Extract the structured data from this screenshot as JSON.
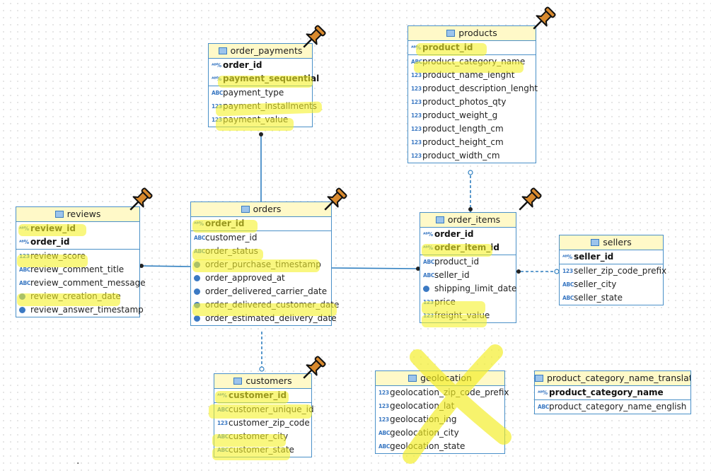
{
  "tables": {
    "order_payments": {
      "title": "order_payments",
      "pk": [
        {
          "icon": "key",
          "name": "order_id"
        },
        {
          "icon": "key",
          "name": "payment_sequential"
        }
      ],
      "cols": [
        {
          "icon": "abc",
          "name": "payment_type"
        },
        {
          "icon": "num",
          "name": "payment_installments"
        },
        {
          "icon": "num",
          "name": "payment_value"
        }
      ]
    },
    "products": {
      "title": "products",
      "pk": [
        {
          "icon": "key",
          "name": "product_id"
        }
      ],
      "cols": [
        {
          "icon": "abc",
          "name": "product_category_name"
        },
        {
          "icon": "num",
          "name": "product_name_lenght"
        },
        {
          "icon": "num",
          "name": "product_description_lenght"
        },
        {
          "icon": "num",
          "name": "product_photos_qty"
        },
        {
          "icon": "num",
          "name": "product_weight_g"
        },
        {
          "icon": "num",
          "name": "product_length_cm"
        },
        {
          "icon": "num",
          "name": "product_height_cm"
        },
        {
          "icon": "num",
          "name": "product_width_cm"
        }
      ]
    },
    "reviews": {
      "title": "reviews",
      "pk": [
        {
          "icon": "key",
          "name": "review_id"
        },
        {
          "icon": "key",
          "name": "order_id"
        }
      ],
      "cols": [
        {
          "icon": "num",
          "name": "review_score"
        },
        {
          "icon": "abc",
          "name": "review_comment_title"
        },
        {
          "icon": "abc",
          "name": "review_comment_message"
        },
        {
          "icon": "dt",
          "name": "review_creation_date"
        },
        {
          "icon": "dt",
          "name": "review_answer_timestamp"
        }
      ]
    },
    "orders": {
      "title": "orders",
      "pk": [
        {
          "icon": "key",
          "name": "order_id"
        }
      ],
      "cols": [
        {
          "icon": "abc",
          "name": "customer_id"
        },
        {
          "icon": "abc",
          "name": "order_status"
        },
        {
          "icon": "dt",
          "name": "order_purchase_timestamp"
        },
        {
          "icon": "dt",
          "name": "order_approved_at"
        },
        {
          "icon": "dt",
          "name": "order_delivered_carrier_date"
        },
        {
          "icon": "dt",
          "name": "order_delivered_customer_date"
        },
        {
          "icon": "dt",
          "name": "order_estimated_delivery_date"
        }
      ]
    },
    "order_items": {
      "title": "order_items",
      "pk": [
        {
          "icon": "key",
          "name": "order_id"
        },
        {
          "icon": "key",
          "name": "order_item_id"
        }
      ],
      "cols": [
        {
          "icon": "abc",
          "name": "product_id"
        },
        {
          "icon": "abc",
          "name": "seller_id"
        },
        {
          "icon": "dt",
          "name": "shipping_limit_date"
        },
        {
          "icon": "num",
          "name": "price"
        },
        {
          "icon": "num",
          "name": "freight_value"
        }
      ]
    },
    "sellers": {
      "title": "sellers",
      "pk": [
        {
          "icon": "key",
          "name": "seller_id"
        }
      ],
      "cols": [
        {
          "icon": "num",
          "name": "seller_zip_code_prefix"
        },
        {
          "icon": "abc",
          "name": "seller_city"
        },
        {
          "icon": "abc",
          "name": "seller_state"
        }
      ]
    },
    "customers": {
      "title": "customers",
      "pk": [
        {
          "icon": "key",
          "name": "customer_id"
        }
      ],
      "cols": [
        {
          "icon": "abc",
          "name": "customer_unique_id"
        },
        {
          "icon": "num",
          "name": "customer_zip_code"
        },
        {
          "icon": "abc",
          "name": "customer_city"
        },
        {
          "icon": "abc",
          "name": "customer_state"
        }
      ]
    },
    "geolocation": {
      "title": "geolocation",
      "pk": [],
      "cols": [
        {
          "icon": "num",
          "name": "geolocation_zip_code_prefix"
        },
        {
          "icon": "num",
          "name": "geolocation_lat"
        },
        {
          "icon": "num",
          "name": "geolocation_ing"
        },
        {
          "icon": "abc",
          "name": "geolocation_city"
        },
        {
          "icon": "abc",
          "name": "geolocation_state"
        }
      ]
    },
    "translation": {
      "title": "product_category_name_translation",
      "pk": [
        {
          "icon": "key",
          "name": "product_category_name"
        }
      ],
      "cols": [
        {
          "icon": "abc",
          "name": "product_category_name_english"
        }
      ]
    }
  },
  "icon_labels": {
    "key": "ᴬᴮ%",
    "abc": "ABC",
    "num": "123",
    "dt": ""
  },
  "colors": {
    "border": "#4a90c8",
    "header": "#fff9c8",
    "highlight": "#f5f22a",
    "pin": "#d98a2e",
    "line": "#2f7fc0"
  }
}
